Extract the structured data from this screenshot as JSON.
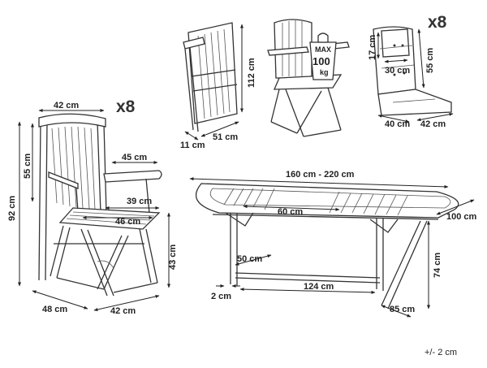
{
  "multipliers": {
    "chair_count": "x8",
    "cushion_count": "x8"
  },
  "load_badge": {
    "line1": "MAX",
    "line2": "100",
    "line3": "kg"
  },
  "chair_front": {
    "width": "42 cm",
    "height_total": "92 cm",
    "backrest_height": "55 cm",
    "armrest_depth": "45 cm",
    "seat_depth": "39 cm",
    "seat_width": "46 cm",
    "seat_height": "43 cm",
    "base_depth": "48 cm",
    "base_width": "42 cm"
  },
  "chair_folded": {
    "height": "112 cm",
    "depth": "51 cm",
    "thickness": "11 cm"
  },
  "cushion": {
    "head_height": "17 cm",
    "head_width": "30 cm",
    "total_length": "55 cm",
    "depth": "40 cm",
    "width": "42 cm"
  },
  "table": {
    "length": "160 cm - 220 cm",
    "extension": "60 cm",
    "width": "100 cm",
    "height": "74 cm",
    "leg_gap": "124 cm",
    "leg_span": "50 cm",
    "leg_thickness": "2 cm",
    "foot_depth": "85 cm"
  },
  "tolerance": "+/- 2 cm",
  "colors": {
    "line": "#333333",
    "text": "#222222",
    "background": "#ffffff"
  }
}
